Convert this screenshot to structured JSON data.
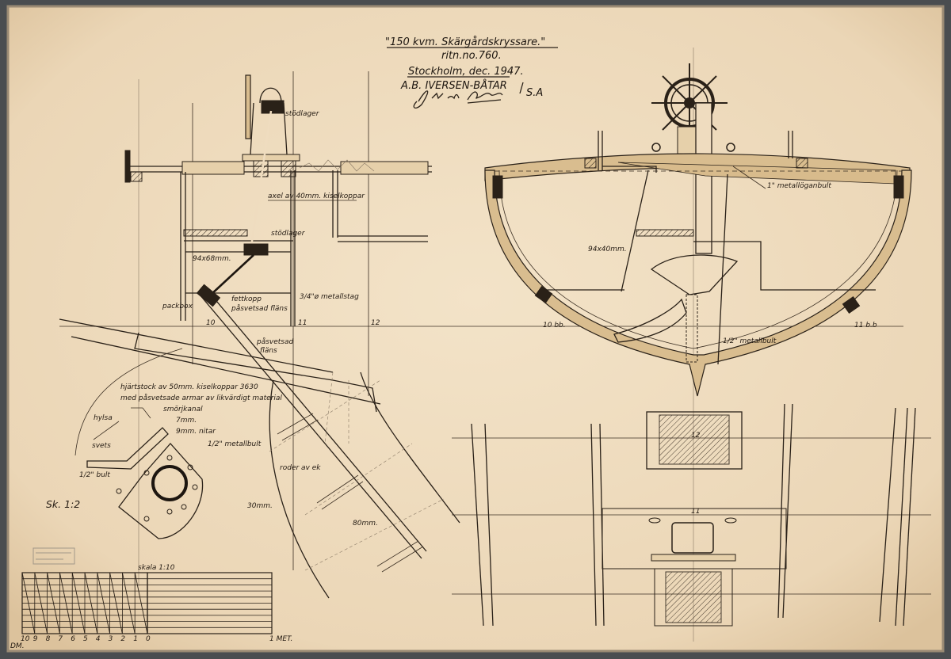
{
  "title_block": {
    "title": "\"150 kvm.   Skärgårdskryssare.\"",
    "drawing_number": "ritn.no.760.",
    "place_date": "Stockholm, dec. 1947.",
    "company": "A.B. IVERSEN-BÅTAR",
    "company_suffix": "S.A",
    "signature": "Jac M. Iversen"
  },
  "side_view_labels": {
    "upper_bearing": "stödlager",
    "shaft": "axel av 40mm. kiselkoppar",
    "lower_bearing": "stödlager",
    "beam_size": "94x68mm.",
    "stay": "3/4\"ø metallstag",
    "packbox": "packbox",
    "grease_cup": "fettkopp",
    "welded_flange_1": "påsvetsad fläns",
    "welded_flange_2a": "påsvetsad",
    "welded_flange_2b": "fläns",
    "frame_10": "10",
    "frame_11": "11",
    "frame_12": "12",
    "rudder_stock_1": "hjärtstock av 50mm. kiselkoppar 3630",
    "rudder_stock_2": "med påsvetsade armar av likvärdigt material",
    "lubrication_channel": "smörjkanal",
    "sleeve": "hylsa",
    "rivet_size": "7mm.",
    "rivets": "9mm. nitar",
    "weld": "svets",
    "bolt_half": "1/2\" bult",
    "metal_bolt": "1/2\" metallbult",
    "rudder": "roder av ek",
    "thickness_30": "30mm.",
    "thickness_80": "80mm.",
    "detail_scale": "Sk. 1:2"
  },
  "section_labels": {
    "eye_bolt": "1\" metallöganbult",
    "beam": "94x40mm.",
    "frame_10": "10 bb.",
    "frame_11": "11 b.b",
    "metal_bolt": "1/2\" metallbult",
    "plan_frame_12": "12",
    "plan_frame_11": "11"
  },
  "scale_bar": {
    "title": "skala 1:10",
    "left_unit": "DM.",
    "ticks": [
      "10",
      "9",
      "8",
      "7",
      "6",
      "5",
      "4",
      "3",
      "2",
      "1",
      "0"
    ],
    "right_unit": "1 MET."
  },
  "colors": {
    "paper": "#efdcbf",
    "ink": "#2a2118",
    "wood": "#d9bd8f"
  }
}
